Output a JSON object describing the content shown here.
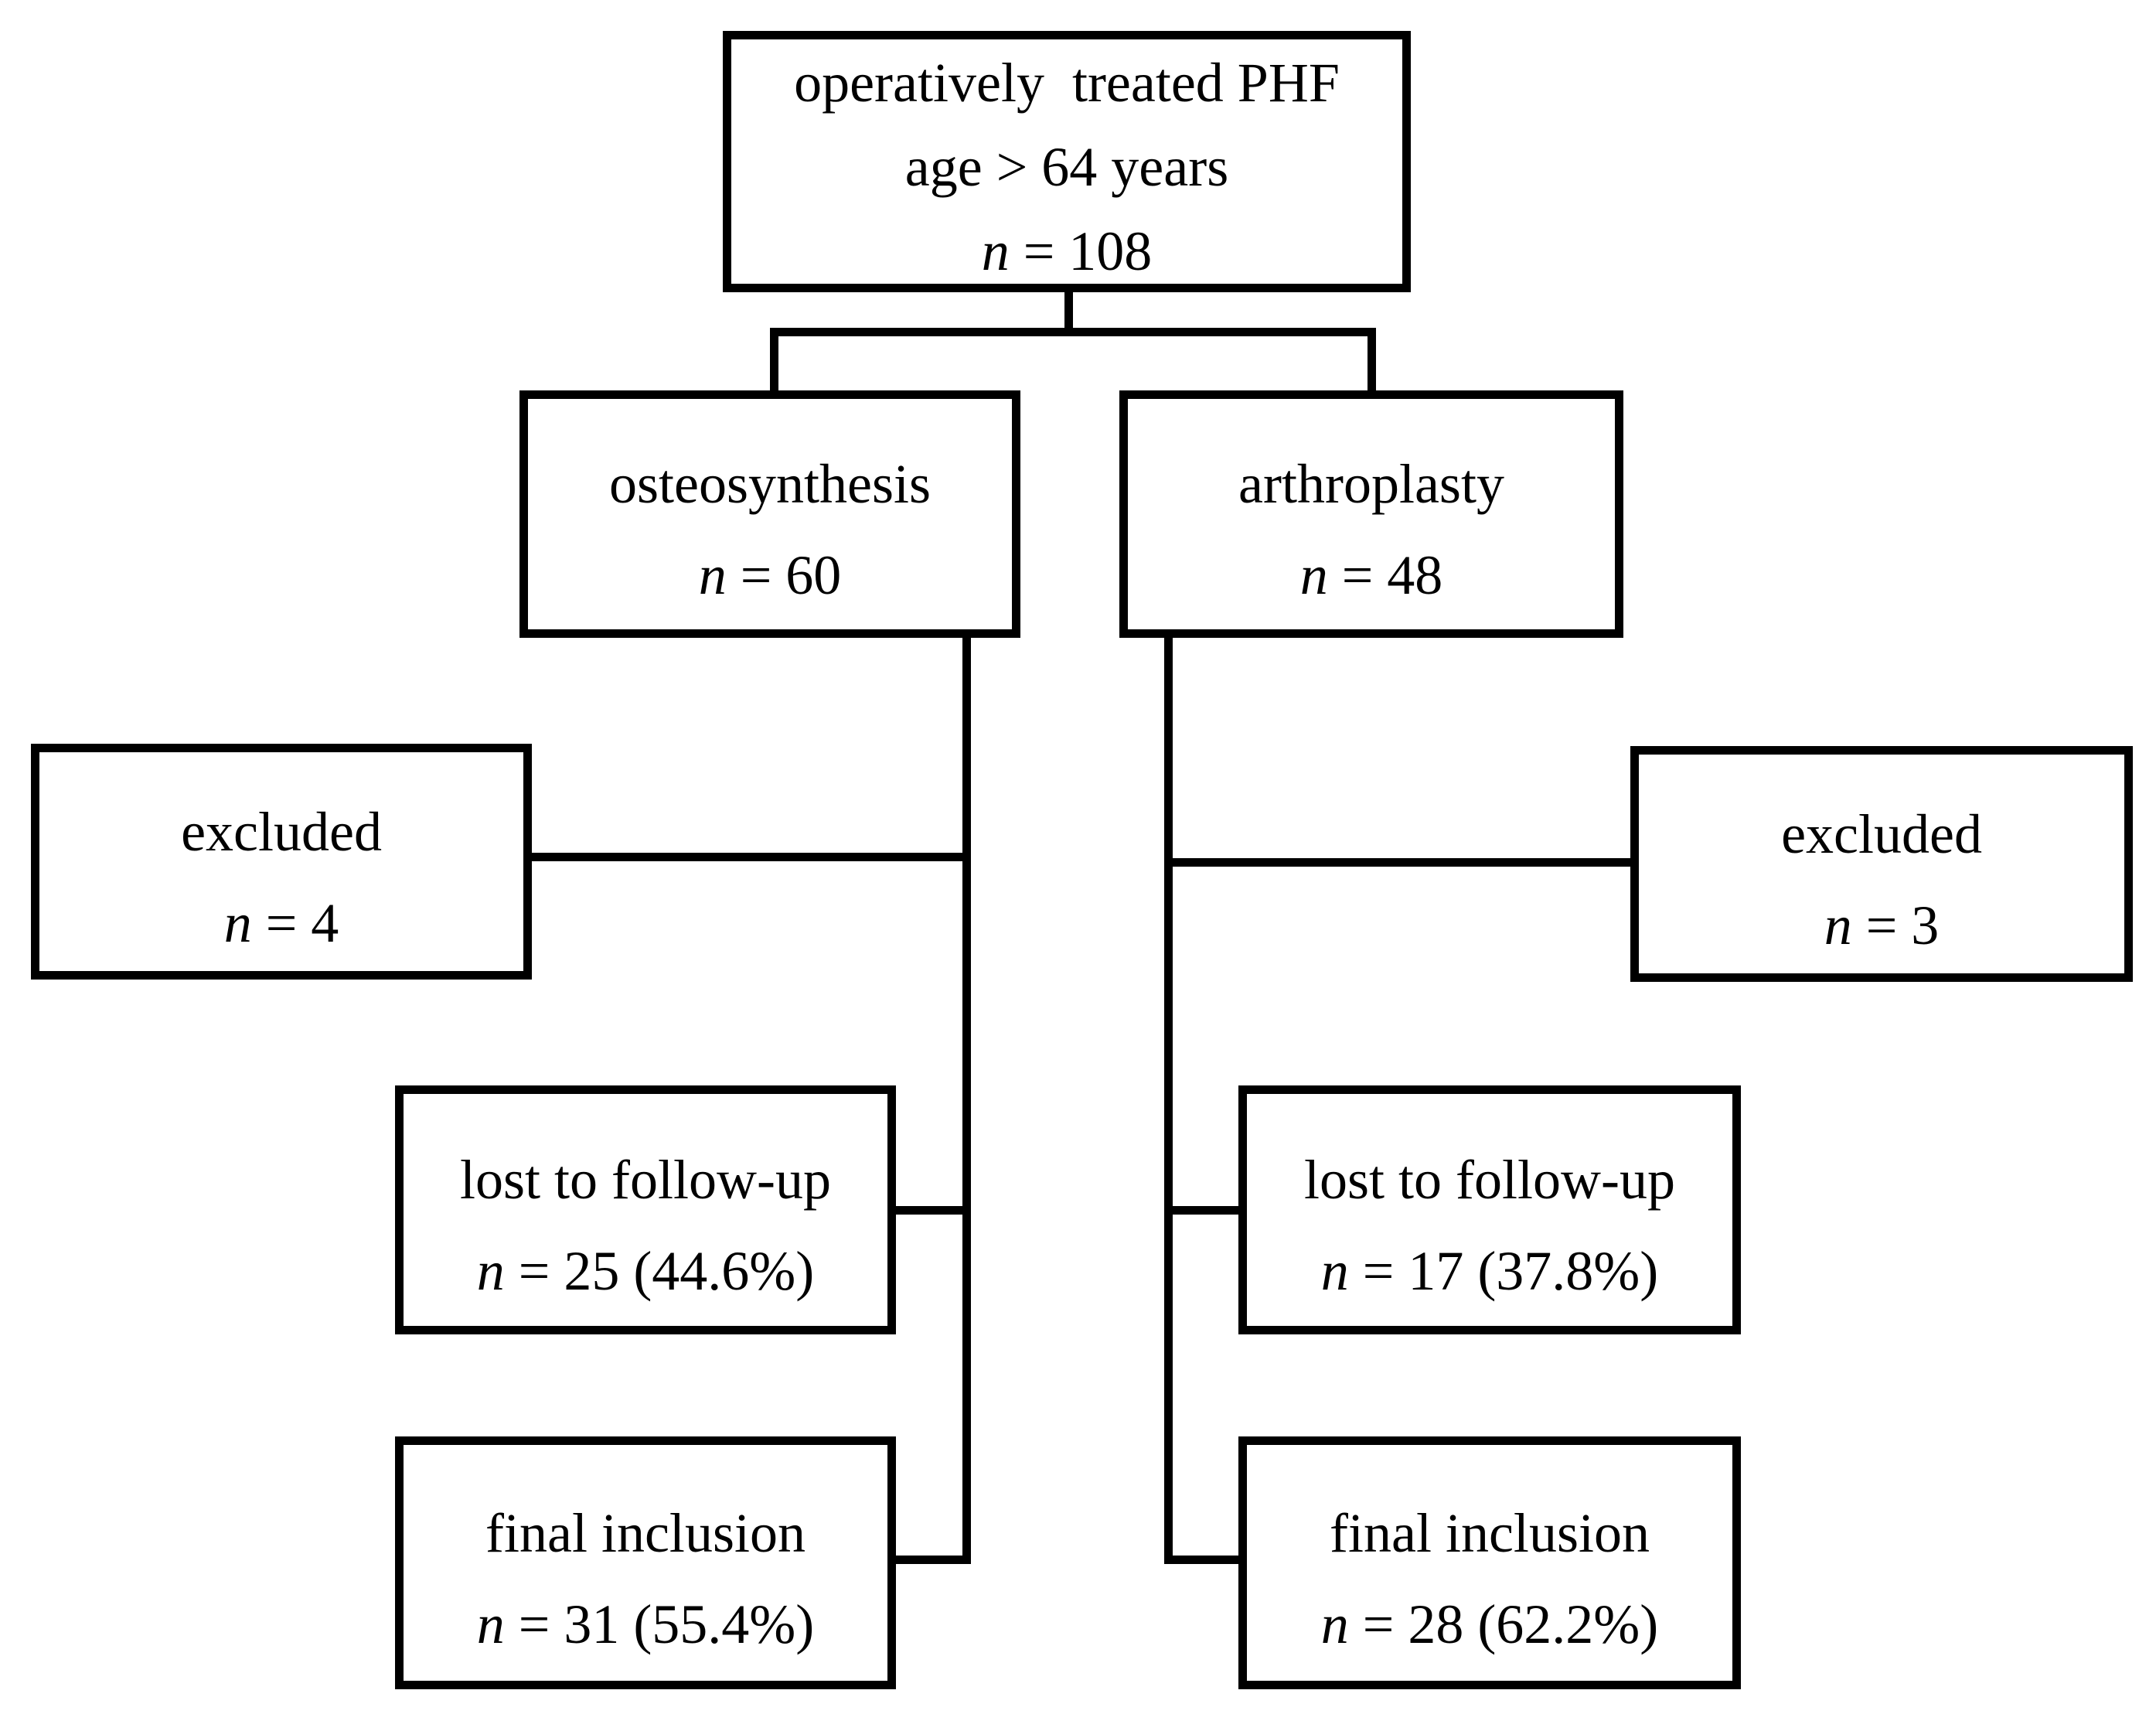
{
  "figure": {
    "background_color": "#ffffff",
    "stroke_color": "#000000",
    "nodes": {
      "root": {
        "line1": "operatively  treated PHF",
        "line2": "age > 64 years",
        "n_prefix": "n",
        "n_rest": " = 108"
      },
      "osteosynthesis": {
        "title": "osteosynthesis",
        "n_prefix": "n",
        "n_rest": " = 60"
      },
      "arthroplasty": {
        "title": "arthroplasty",
        "n_prefix": "n",
        "n_rest": " = 48"
      },
      "excluded_left": {
        "title": "excluded",
        "n_prefix": "n",
        "n_rest": " = 4"
      },
      "excluded_right": {
        "title": "excluded",
        "n_prefix": "n",
        "n_rest": " = 3"
      },
      "lost_left": {
        "title": "lost to follow-up",
        "n_prefix": "n",
        "n_rest": " = 25 (44.6%)"
      },
      "lost_right": {
        "title": "lost to follow-up",
        "n_prefix": "n",
        "n_rest": " = 17 (37.8%)"
      },
      "final_left": {
        "title": "final inclusion",
        "n_prefix": "n",
        "n_rest": " = 31 (55.4%)"
      },
      "final_right": {
        "title": "final inclusion",
        "n_prefix": "n",
        "n_rest": " = 28 (62.2%)"
      }
    },
    "edges": [
      {
        "from": "root",
        "to": "osteosynthesis"
      },
      {
        "from": "root",
        "to": "arthroplasty"
      },
      {
        "from": "osteosynthesis",
        "to": "excluded_left"
      },
      {
        "from": "osteosynthesis",
        "to": "lost_left"
      },
      {
        "from": "osteosynthesis",
        "to": "final_left"
      },
      {
        "from": "arthroplasty",
        "to": "excluded_right"
      },
      {
        "from": "arthroplasty",
        "to": "lost_right"
      },
      {
        "from": "arthroplasty",
        "to": "final_right"
      }
    ]
  }
}
